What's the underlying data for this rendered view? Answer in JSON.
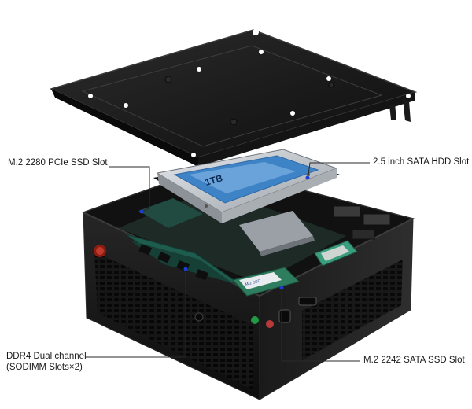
{
  "callouts": {
    "m2_2280": "M.2 2280 PCIe SSD Slot",
    "sata_hdd": "2.5 inch SATA HDD Slot",
    "ddr4_line1": "DDR4 Dual channel",
    "ddr4_line2": "(SODIMM Slots×2)",
    "m2_2242": "M.2 2242 SATA SSD Slot"
  },
  "drive_label": "1TB",
  "module_label": "M.2 SSD",
  "colors": {
    "case": "#161616",
    "case_edge": "#2b2b2b",
    "plate": "#1c1c1c",
    "pcb": "#1e5c4e",
    "hdd_blue": "#3f83c7",
    "hdd_silver": "#c8ccd0",
    "leader": "#2a2a2a",
    "dot": "#1d3fd1",
    "power_button": "#c0392b"
  }
}
